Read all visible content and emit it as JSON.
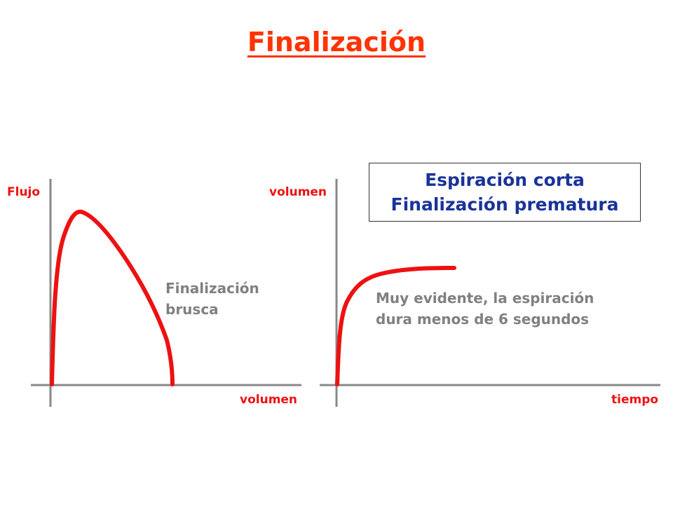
{
  "title": "Finalización",
  "colors": {
    "title": "#ff3300",
    "axis_label": "#ee1111",
    "curve": "#ee1111",
    "axis_line": "#888888",
    "note": "#808080",
    "callout_text": "#1a3399"
  },
  "left_plot": {
    "y_label": "Flujo",
    "x_label": "volumen",
    "note_lines": [
      "Finalización",
      "brusca"
    ]
  },
  "right_plot": {
    "y_label": "volumen",
    "x_label": "tiempo",
    "note_lines": [
      "Muy evidente, la espiración",
      "dura menos de 6 segundos"
    ]
  },
  "callout": {
    "lines": [
      "Espiración corta",
      "Finalización prematura"
    ]
  }
}
